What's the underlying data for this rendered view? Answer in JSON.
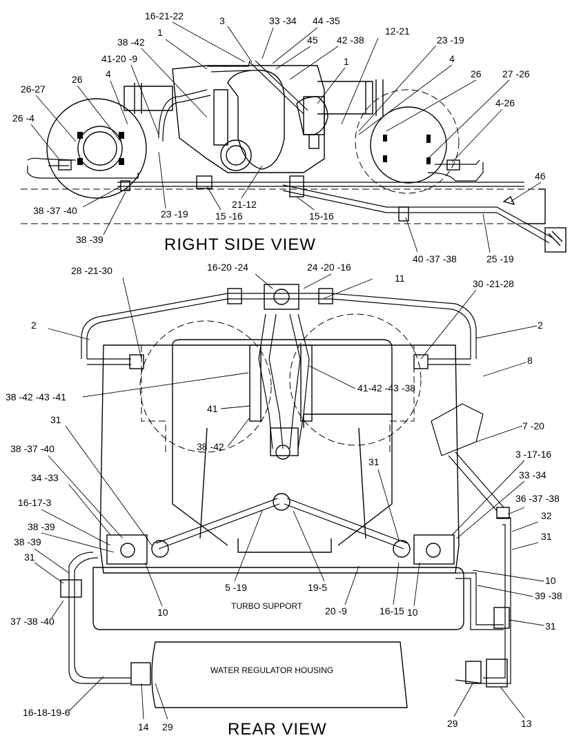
{
  "views": {
    "right_side": "RIGHT SIDE VIEW",
    "rear": "REAR VIEW"
  },
  "components": {
    "turbo_support": "TURBO SUPPORT",
    "water_regulator_housing": "WATER REGULATOR HOUSING"
  },
  "callouts_right_side": [
    "16-21-22",
    "3",
    "33 -34",
    "44 -35",
    "45",
    "42 -38",
    "12-21",
    "23 -19",
    "38 -42",
    "1",
    "1",
    "4",
    "41-20 -9",
    "26",
    "27 -26",
    "4",
    "26",
    "4-26",
    "26-27",
    "26 -4",
    "46",
    "38 -37 -40",
    "23 -19",
    "15 -16",
    "21-12",
    "15-16",
    "38 -39",
    "40 -37 -38",
    "25 -19"
  ],
  "callouts_rear": [
    "16-20 -24",
    "24 -20 -16",
    "28 -21-30",
    "11",
    "30 -21-28",
    "2",
    "2",
    "8",
    "38 -42 -43 -41",
    "41-42 -43 -38",
    "41",
    "38 -42",
    "7 -20",
    "31",
    "3 -17-16",
    "38 -37 -40",
    "31",
    "33 -34",
    "34 -33",
    "36 -37 -38",
    "16-17-3",
    "32",
    "38 -39",
    "31",
    "38 -39",
    "10",
    "31",
    "39 -38",
    "37 -38 -40",
    "10",
    "5 -19",
    "19-5",
    "20 -9",
    "16-15",
    "10",
    "31",
    "16-18-19-6",
    "14",
    "29",
    "29",
    "13"
  ]
}
